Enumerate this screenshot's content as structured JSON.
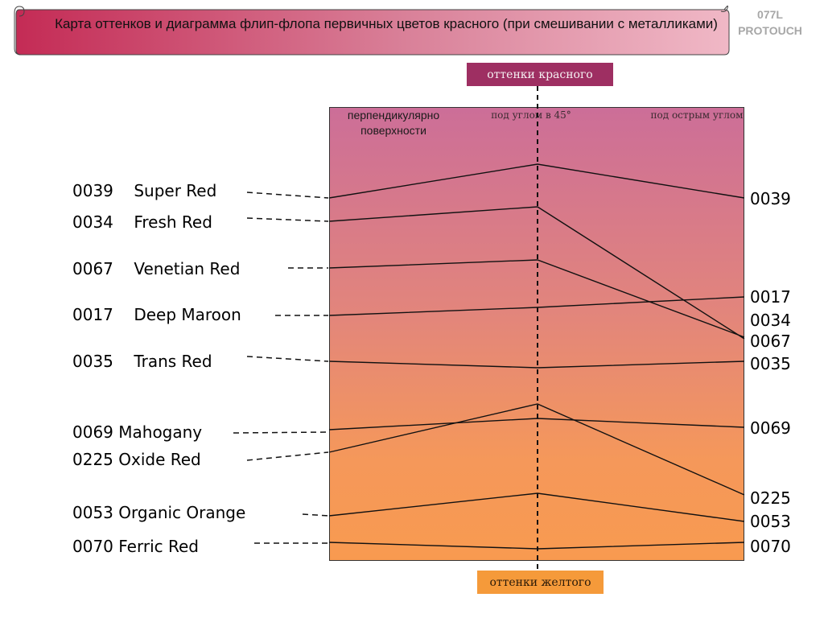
{
  "banner": {
    "title": "Карта оттенков и диаграмма флип-флопа первичных цветов красного (при смешивании с металликами)"
  },
  "code": {
    "line1": "077L",
    "line2": "PROTOUCH"
  },
  "axis_tags": {
    "top": "оттенки красного",
    "bottom": "оттенки желтого"
  },
  "columns": [
    "перпендикулярно поверхности",
    "под углом в 45°",
    "под острым углом"
  ],
  "chart_data": {
    "type": "line",
    "x": [
      "перпендикулярно поверхности",
      "под углом в 45°",
      "под острым углом"
    ],
    "series": [
      {
        "code": "0039",
        "name": "Super Red",
        "label": "0039    Super Red"
      },
      {
        "code": "0034",
        "name": "Fresh Red",
        "label": "0034    Fresh Red"
      },
      {
        "code": "0067",
        "name": "Venetian Red",
        "label": "0067    Venetian Red"
      },
      {
        "code": "0017",
        "name": "Deep Maroon",
        "label": "0017    Deep Maroon"
      },
      {
        "code": "0035",
        "name": "Trans Red",
        "label": "0035    Trans Red"
      },
      {
        "code": "0069",
        "name": "Mahogany",
        "label": "0069 Mahogany"
      },
      {
        "code": "0225",
        "name": "Oxide Red",
        "label": "0225 Oxide Red"
      },
      {
        "code": "0053",
        "name": "Organic Orange",
        "label": "0053 Organic Orange"
      },
      {
        "code": "0070",
        "name": "Ferric Red",
        "label": "0070 Ferric Red"
      }
    ]
  }
}
